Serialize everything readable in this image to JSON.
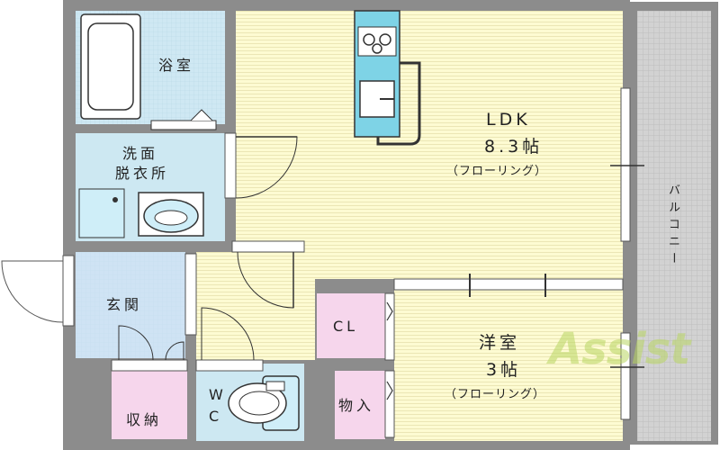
{
  "rooms": {
    "bathroom": "浴室",
    "washroom_line1": "洗面",
    "washroom_line2": "脱衣所",
    "entrance": "玄関",
    "storage": "収納",
    "toilet_line1": "W",
    "toilet_line2": "C",
    "closet": "CL",
    "cupboard": "物入",
    "ldk_name": "LDK",
    "ldk_size": "8.3帖",
    "ldk_floor": "（フローリング）",
    "western_name": "洋室",
    "western_size": "3帖",
    "western_floor": "（フローリング）",
    "balcony": "バルコニー"
  },
  "watermark": "Assist",
  "colors": {
    "wall": "#8c8c8c",
    "ldk_floor": "#fdfbd2",
    "ldk_stripe": "#eeeabc",
    "wet_area": "#cde8f2",
    "entrance_floor": "#cfe0f5",
    "storage": "#f6d6ec",
    "balcony": "#cfcfcf",
    "fixture_fill": "#cfeef8",
    "kitchen_fill": "#7ed3e6"
  }
}
